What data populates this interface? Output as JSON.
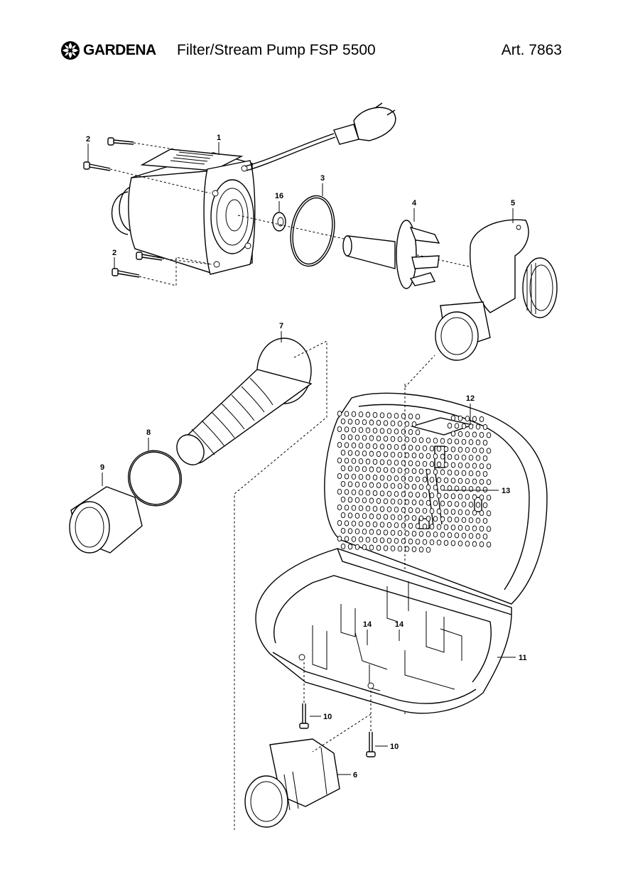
{
  "header": {
    "brand": "GARDENA",
    "product_title": "Filter/Stream Pump FSP 5500",
    "article": "Art. 7863"
  },
  "icons": {
    "logo": "gardena-flower-logo"
  },
  "callouts": [
    {
      "id": "1",
      "text": "1"
    },
    {
      "id": "2a",
      "text": "2"
    },
    {
      "id": "2b",
      "text": "2"
    },
    {
      "id": "3",
      "text": "3"
    },
    {
      "id": "16",
      "text": "16"
    },
    {
      "id": "4",
      "text": "4"
    },
    {
      "id": "5",
      "text": "5"
    },
    {
      "id": "7",
      "text": "7"
    },
    {
      "id": "8",
      "text": "8"
    },
    {
      "id": "9",
      "text": "9"
    },
    {
      "id": "12",
      "text": "12"
    },
    {
      "id": "13",
      "text": "13"
    },
    {
      "id": "14a",
      "text": "14"
    },
    {
      "id": "14b",
      "text": "14"
    },
    {
      "id": "11",
      "text": "11"
    },
    {
      "id": "10a",
      "text": "10"
    },
    {
      "id": "10b",
      "text": "10"
    },
    {
      "id": "6",
      "text": "6"
    }
  ]
}
